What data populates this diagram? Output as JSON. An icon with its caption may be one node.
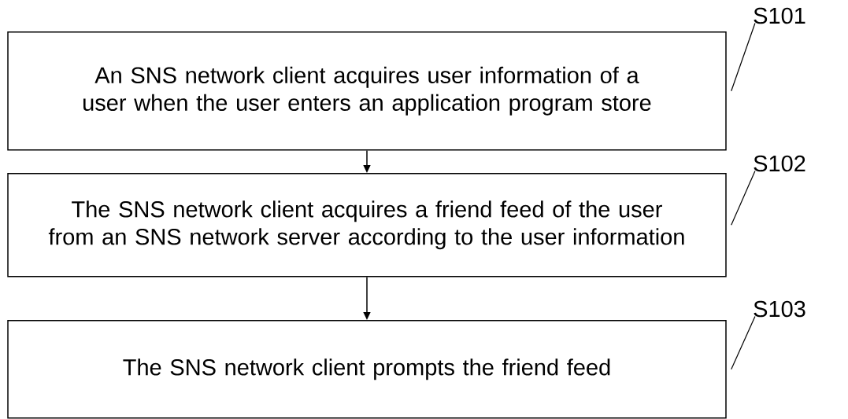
{
  "diagram": {
    "nodes": [
      {
        "text": [
          "An SNS network client acquires user information of a user when the user enters an application program store"
        ]
      },
      {
        "text": [
          "The SNS network client acquires a friend feed of the user from an SNS network server according to the user information"
        ]
      },
      {
        "text": [
          "The SNS network client prompts the friend feed"
        ]
      },
      {
        "text": [
          "S101"
        ]
      },
      {
        "text": [
          "S102"
        ]
      },
      {
        "text": [
          "S103"
        ]
      }
    ],
    "edges": [
      {
        "from": 0,
        "to": 1,
        "arrow": "to"
      },
      {
        "from": 1,
        "to": 2,
        "arrow": "to"
      },
      {
        "from": 3,
        "to": 0,
        "arrow": "none"
      },
      {
        "from": 4,
        "to": 1,
        "arrow": "none"
      },
      {
        "from": 5,
        "to": 2,
        "arrow": "none"
      }
    ]
  }
}
